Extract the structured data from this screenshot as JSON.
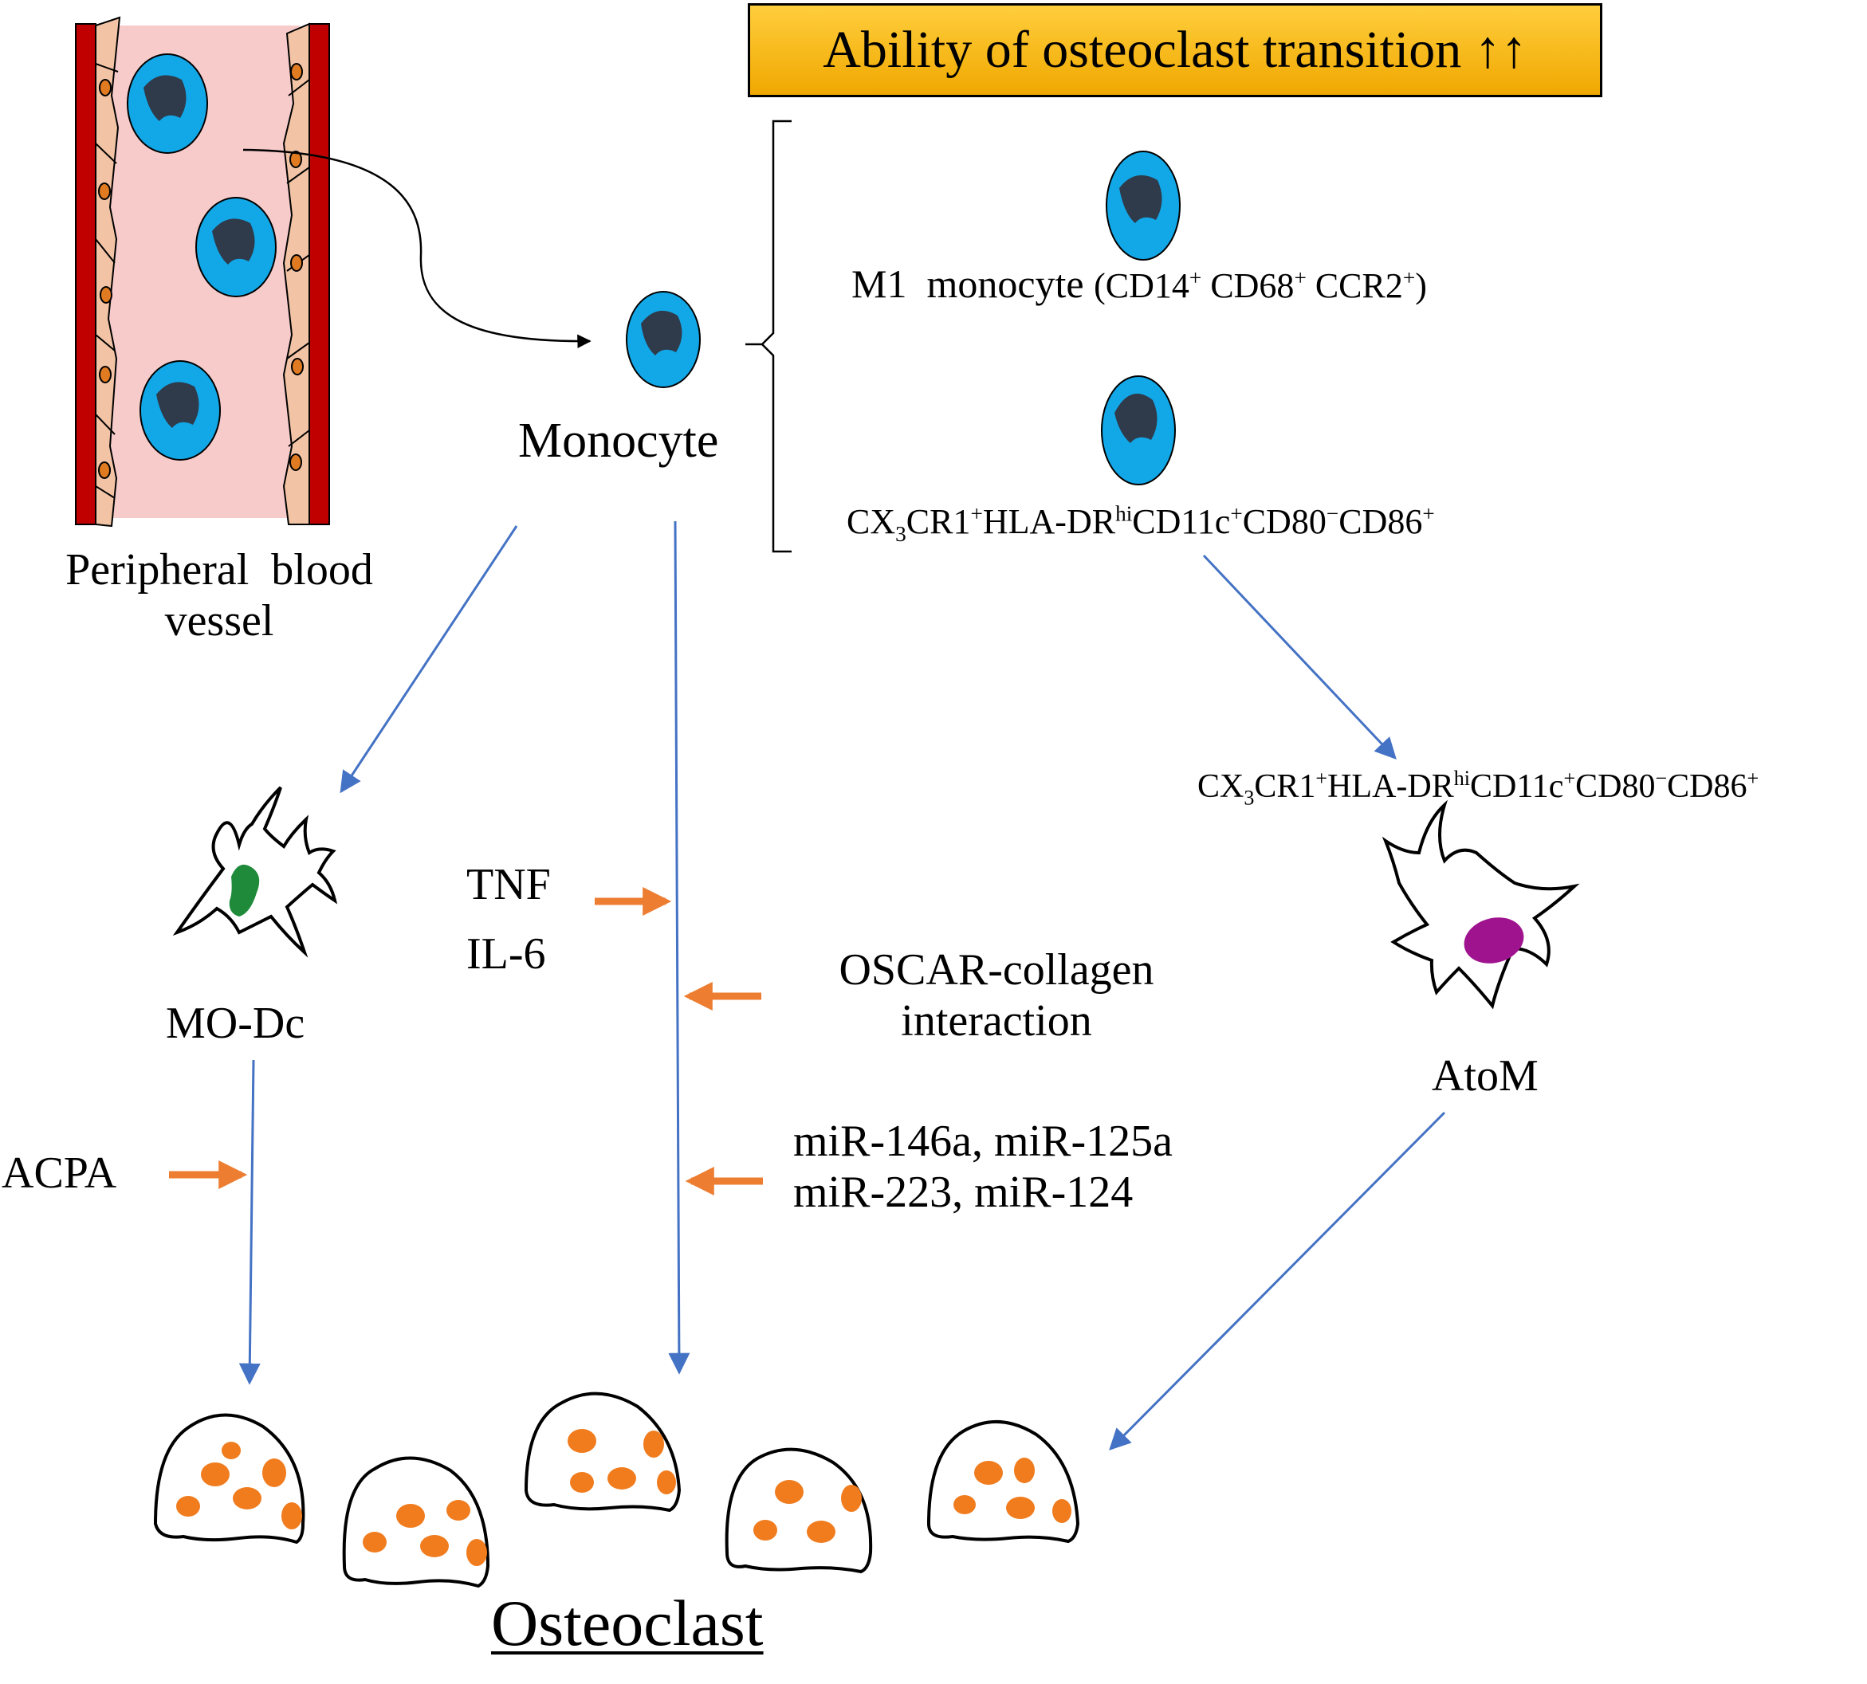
{
  "banner": {
    "text": "Ability of osteoclast transition ↑↑"
  },
  "vessel": {
    "label_line1": "Peripheral  blood",
    "label_line2": "vessel"
  },
  "monocyte": {
    "label": "Monocyte"
  },
  "m1": {
    "label": "M1  monocyte",
    "markers": "(CD14",
    "m2": " CD68",
    "m3": " CCR2",
    "end": ")",
    "plus": "+"
  },
  "subset": {
    "a": "CX",
    "sub3": "3",
    "b": "CR1",
    "plus": "+",
    "c": "HLA-DR",
    "hi": "hi",
    "d": "CD11c",
    "e": "CD80",
    "minus": "−",
    "f": "CD86"
  },
  "modc": {
    "label": "MO-Dc"
  },
  "atom": {
    "label": "AtoM"
  },
  "factors": {
    "tnf": "TNF",
    "il6": "IL-6",
    "oscar1": "OSCAR-collagen",
    "oscar2": "interaction",
    "mir1": "miR-146a, miR-125a",
    "mir2": "miR-223, miR-124",
    "acpa": "ACPA"
  },
  "osteoclast": {
    "label": "Osteoclast"
  },
  "colors": {
    "cell_cyan": "#12a8e8",
    "nucleus": "#2f3a4b",
    "blue_arrow": "#4472c4",
    "orange_arrow": "#ed7d31",
    "vessel_wall": "#c00000",
    "vessel_lumen": "#f8cbcb",
    "endothelium": "#f2c4a5",
    "dc_nucleus": "#1f8a3a",
    "atom_nucleus": "#a0138e",
    "osteoclast_nuclei": "#f07c1e"
  }
}
